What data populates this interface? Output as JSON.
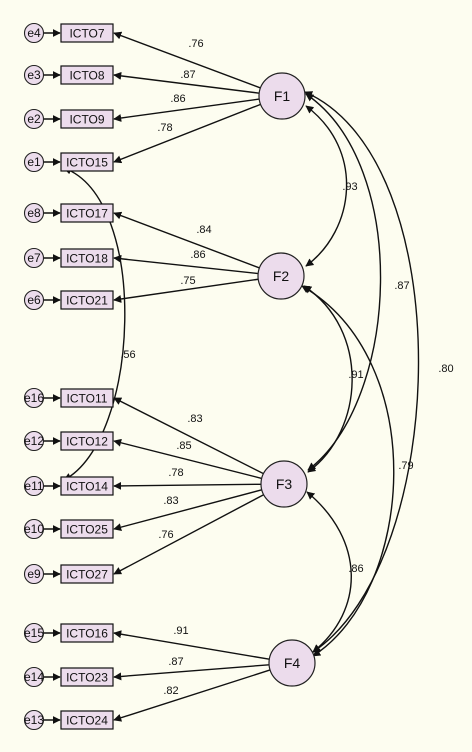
{
  "factors": [
    {
      "id": "F1",
      "label": "F1"
    },
    {
      "id": "F2",
      "label": "F2"
    },
    {
      "id": "F3",
      "label": "F3"
    },
    {
      "id": "F4",
      "label": "F4"
    }
  ],
  "indicators": [
    {
      "error": "e4",
      "label": "ICTO7",
      "factor": "F1",
      "loading": ".76"
    },
    {
      "error": "e3",
      "label": "ICTO8",
      "factor": "F1",
      "loading": ".87"
    },
    {
      "error": "e2",
      "label": "ICTO9",
      "factor": "F1",
      "loading": ".86"
    },
    {
      "error": "e1",
      "label": "ICTO15",
      "factor": "F1",
      "loading": ".78"
    },
    {
      "error": "e8",
      "label": "ICTO17",
      "factor": "F2",
      "loading": ".84"
    },
    {
      "error": "e7",
      "label": "ICTO18",
      "factor": "F2",
      "loading": ".86"
    },
    {
      "error": "e6",
      "label": "ICTO21",
      "factor": "F2",
      "loading": ".75"
    },
    {
      "error": "e16",
      "label": "ICTO11",
      "factor": "F3",
      "loading": ".83"
    },
    {
      "error": "e12",
      "label": "ICTO12",
      "factor": "F3",
      "loading": ".85"
    },
    {
      "error": "e11",
      "label": "ICTO14",
      "factor": "F3",
      "loading": ".78"
    },
    {
      "error": "e10",
      "label": "ICTO25",
      "factor": "F3",
      "loading": ".83"
    },
    {
      "error": "e9",
      "label": "ICTO27",
      "factor": "F3",
      "loading": ".76"
    },
    {
      "error": "e15",
      "label": "ICTO16",
      "factor": "F4",
      "loading": ".91"
    },
    {
      "error": "e14",
      "label": "ICTO23",
      "factor": "F4",
      "loading": ".87"
    },
    {
      "error": "e13",
      "label": "ICTO24",
      "factor": "F4",
      "loading": ".82"
    }
  ],
  "correlations": [
    {
      "from": "F1",
      "to": "F2",
      "value": ".93"
    },
    {
      "from": "F1",
      "to": "F3",
      "value": ".87"
    },
    {
      "from": "F1",
      "to": "F4",
      "value": ".80"
    },
    {
      "from": "F2",
      "to": "F3",
      "value": ".91"
    },
    {
      "from": "F2",
      "to": "F4",
      "value": ".79"
    },
    {
      "from": "F3",
      "to": "F4",
      "value": ".86"
    }
  ],
  "error_covariances": [
    {
      "from": "e1",
      "to": "e11",
      "value": ".56"
    }
  ]
}
